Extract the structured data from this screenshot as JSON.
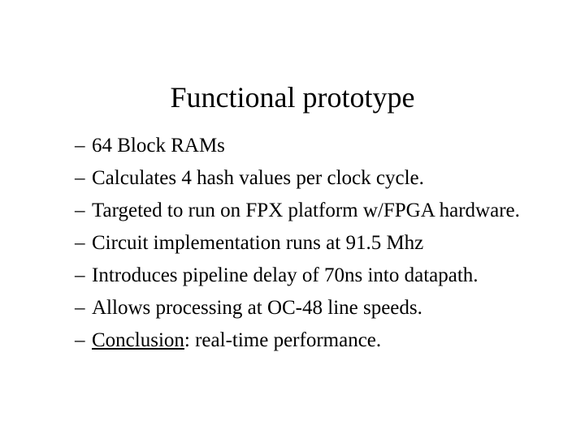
{
  "slide": {
    "title": "Functional prototype",
    "bullet_marker": "–",
    "text_color": "#000000",
    "background_color": "#ffffff",
    "bullets": [
      {
        "text": "64 Block RAMs",
        "underlined_prefix": "",
        "rest": ""
      },
      {
        "text": "Calculates 4 hash values per clock cycle.",
        "underlined_prefix": "",
        "rest": ""
      },
      {
        "text": "Targeted to run on FPX platform w/FPGA hardware.",
        "underlined_prefix": "",
        "rest": ""
      },
      {
        "text": "Circuit implementation runs at 91.5 Mhz",
        "underlined_prefix": "",
        "rest": ""
      },
      {
        "text": "Introduces pipeline delay of 70ns into datapath.",
        "underlined_prefix": "",
        "rest": ""
      },
      {
        "text": "Allows processing at OC-48 line speeds.",
        "underlined_prefix": "",
        "rest": ""
      },
      {
        "text": "Conclusion: real-time performance.",
        "underlined_prefix": "Conclusion",
        "rest": ": real-time performance."
      }
    ]
  }
}
